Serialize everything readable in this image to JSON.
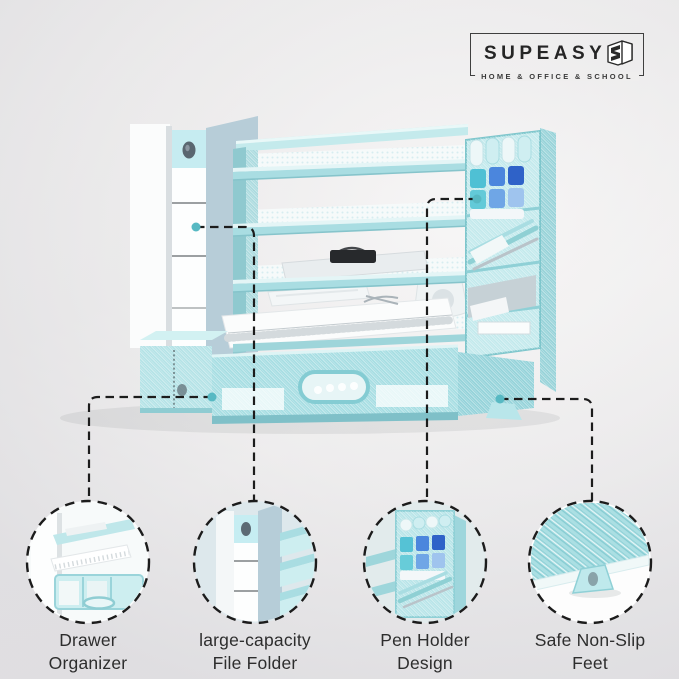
{
  "logo": {
    "brand": "SUPEASY",
    "tagline": "HOME & OFFICE & SCHOOL"
  },
  "features": [
    {
      "id": "drawer-organizer",
      "line1": "Drawer",
      "line2": "Organizer"
    },
    {
      "id": "file-folder",
      "line1": "large-capacity",
      "line2": "File Folder"
    },
    {
      "id": "pen-holder",
      "line1": "Pen Holder",
      "line2": "Design"
    },
    {
      "id": "non-slip-feet",
      "line1": "Safe Non-Slip",
      "line2": "Feet"
    }
  ],
  "colors": {
    "teal_frame": "#a9dfe4",
    "teal_light": "#cdeef1",
    "marker_blue": "#4b86dd",
    "callout_line": "#1c1c1c",
    "label_text": "#2d2d2d",
    "brand_text": "#252525",
    "backdrop": "#ecebec"
  }
}
